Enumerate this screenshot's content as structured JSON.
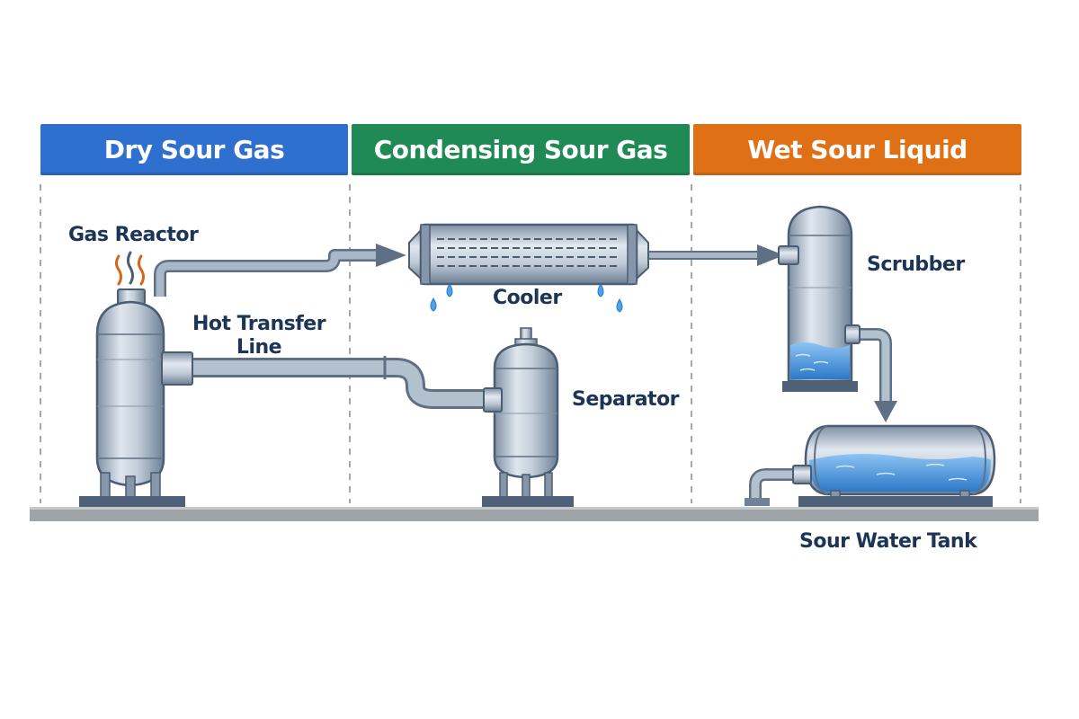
{
  "zones": {
    "dry": {
      "title": "Dry Sour Gas",
      "color": "#2f6fcf"
    },
    "condensing": {
      "title": "Condensing Sour Gas",
      "color": "#1f8a55"
    },
    "wet": {
      "title": "Wet Sour Liquid",
      "color": "#e07016"
    }
  },
  "equipment": {
    "gas_reactor": "Gas Reactor",
    "hot_transfer_line": [
      "Hot Transfer",
      "Line"
    ],
    "cooler": "Cooler",
    "separator": "Separator",
    "scrubber": "Scrubber",
    "sour_water_tank": "Sour Water Tank"
  },
  "colors": {
    "label_text": "#1c3557",
    "steel": "#9fb0c2",
    "pipe": "#8a9aae",
    "water": "#3f8fd8",
    "heat_waves": "#d8631a"
  }
}
